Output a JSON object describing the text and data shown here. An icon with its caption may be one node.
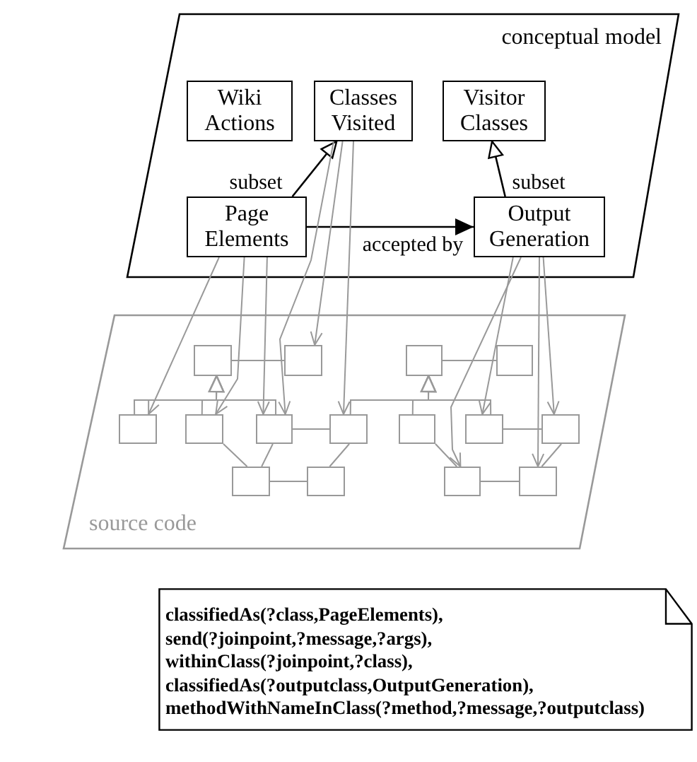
{
  "diagram": {
    "nodes": [
      {
        "text": [
          "conceptual model"
        ]
      },
      {
        "text": [
          "Wiki Actions"
        ],
        "in": 0
      },
      {
        "text": [
          "Classes Visited"
        ],
        "in": 0
      },
      {
        "text": [
          "Visitor Classes"
        ],
        "in": 0
      },
      {
        "text": [
          "Page Elements"
        ],
        "in": 0
      },
      {
        "text": [
          "Output Generation"
        ],
        "in": 0
      },
      {
        "text": [
          "source code"
        ]
      },
      {
        "text": [],
        "shape": "box",
        "in": 6
      },
      {
        "text": [],
        "shape": "box",
        "in": 6
      },
      {
        "text": [],
        "shape": "box",
        "in": 6
      },
      {
        "text": [],
        "shape": "box",
        "in": 6
      },
      {
        "text": [],
        "shape": "box",
        "in": 6
      },
      {
        "text": [],
        "shape": "box",
        "in": 6
      },
      {
        "text": [],
        "shape": "box",
        "in": 6
      },
      {
        "text": [],
        "shape": "box",
        "in": 6
      },
      {
        "text": [],
        "shape": "box",
        "in": 6
      },
      {
        "text": [],
        "shape": "box",
        "in": 6
      },
      {
        "text": [],
        "shape": "box",
        "in": 6
      },
      {
        "text": [],
        "shape": "box",
        "in": 6
      },
      {
        "text": [],
        "shape": "box",
        "in": 6
      },
      {
        "text": [],
        "shape": "box",
        "in": 6
      },
      {
        "text": [],
        "shape": "box",
        "in": 6
      },
      {
        "text": [
          "classifiedAs(?class,PageElements),",
          "send(?joinpoint,?message,?args),",
          "withinClass(?joinpoint,?class),",
          "classifiedAs(?outputclass,OutputGeneration),",
          "methodWithNameInClass(?method,?message,?outputclass)"
        ]
      }
    ],
    "edges": [
      {
        "from": 4,
        "to": 2,
        "arrow": "to",
        "label": "subset",
        "color": "#000000"
      },
      {
        "from": 5,
        "to": 3,
        "arrow": "to",
        "label": "subset",
        "color": "#000000"
      },
      {
        "from": 4,
        "to": 5,
        "arrow": "to",
        "label": "accepted by",
        "color": "#000000"
      },
      {
        "from": 4,
        "to": 11,
        "arrow": "to"
      },
      {
        "from": 4,
        "to": 12,
        "arrow": "to"
      },
      {
        "from": 4,
        "to": 13,
        "arrow": "to"
      },
      {
        "from": 2,
        "to": 8,
        "arrow": "to"
      },
      {
        "from": 2,
        "to": 13,
        "arrow": "to"
      },
      {
        "from": 2,
        "to": 14,
        "arrow": "to"
      },
      {
        "from": 5,
        "to": 16,
        "arrow": "to"
      },
      {
        "from": 5,
        "to": 20,
        "arrow": "to"
      },
      {
        "from": 5,
        "to": 21,
        "arrow": "to"
      },
      {
        "from": 5,
        "to": 17,
        "arrow": "to"
      },
      {
        "from": 7,
        "to": 8,
        "arrow": "none"
      },
      {
        "from": 11,
        "to": 7,
        "arrow": "to"
      },
      {
        "from": 12,
        "to": 7,
        "arrow": "to"
      },
      {
        "from": 13,
        "to": 7,
        "arrow": "to"
      },
      {
        "from": 13,
        "to": 14,
        "arrow": "none"
      },
      {
        "from": 9,
        "to": 10,
        "arrow": "none"
      },
      {
        "from": 14,
        "to": 9,
        "arrow": "to"
      },
      {
        "from": 15,
        "to": 9,
        "arrow": "to"
      },
      {
        "from": 16,
        "to": 9,
        "arrow": "to"
      },
      {
        "from": 16,
        "to": 17,
        "arrow": "none"
      },
      {
        "from": 12,
        "to": 18,
        "arrow": "none"
      },
      {
        "from": 13,
        "to": 18,
        "arrow": "none"
      },
      {
        "from": 18,
        "to": 19,
        "arrow": "none"
      },
      {
        "from": 14,
        "to": 19,
        "arrow": "none"
      },
      {
        "from": 15,
        "to": 20,
        "arrow": "none"
      },
      {
        "from": 20,
        "to": 21,
        "arrow": "none"
      },
      {
        "from": 17,
        "to": 21,
        "arrow": "none"
      }
    ]
  }
}
